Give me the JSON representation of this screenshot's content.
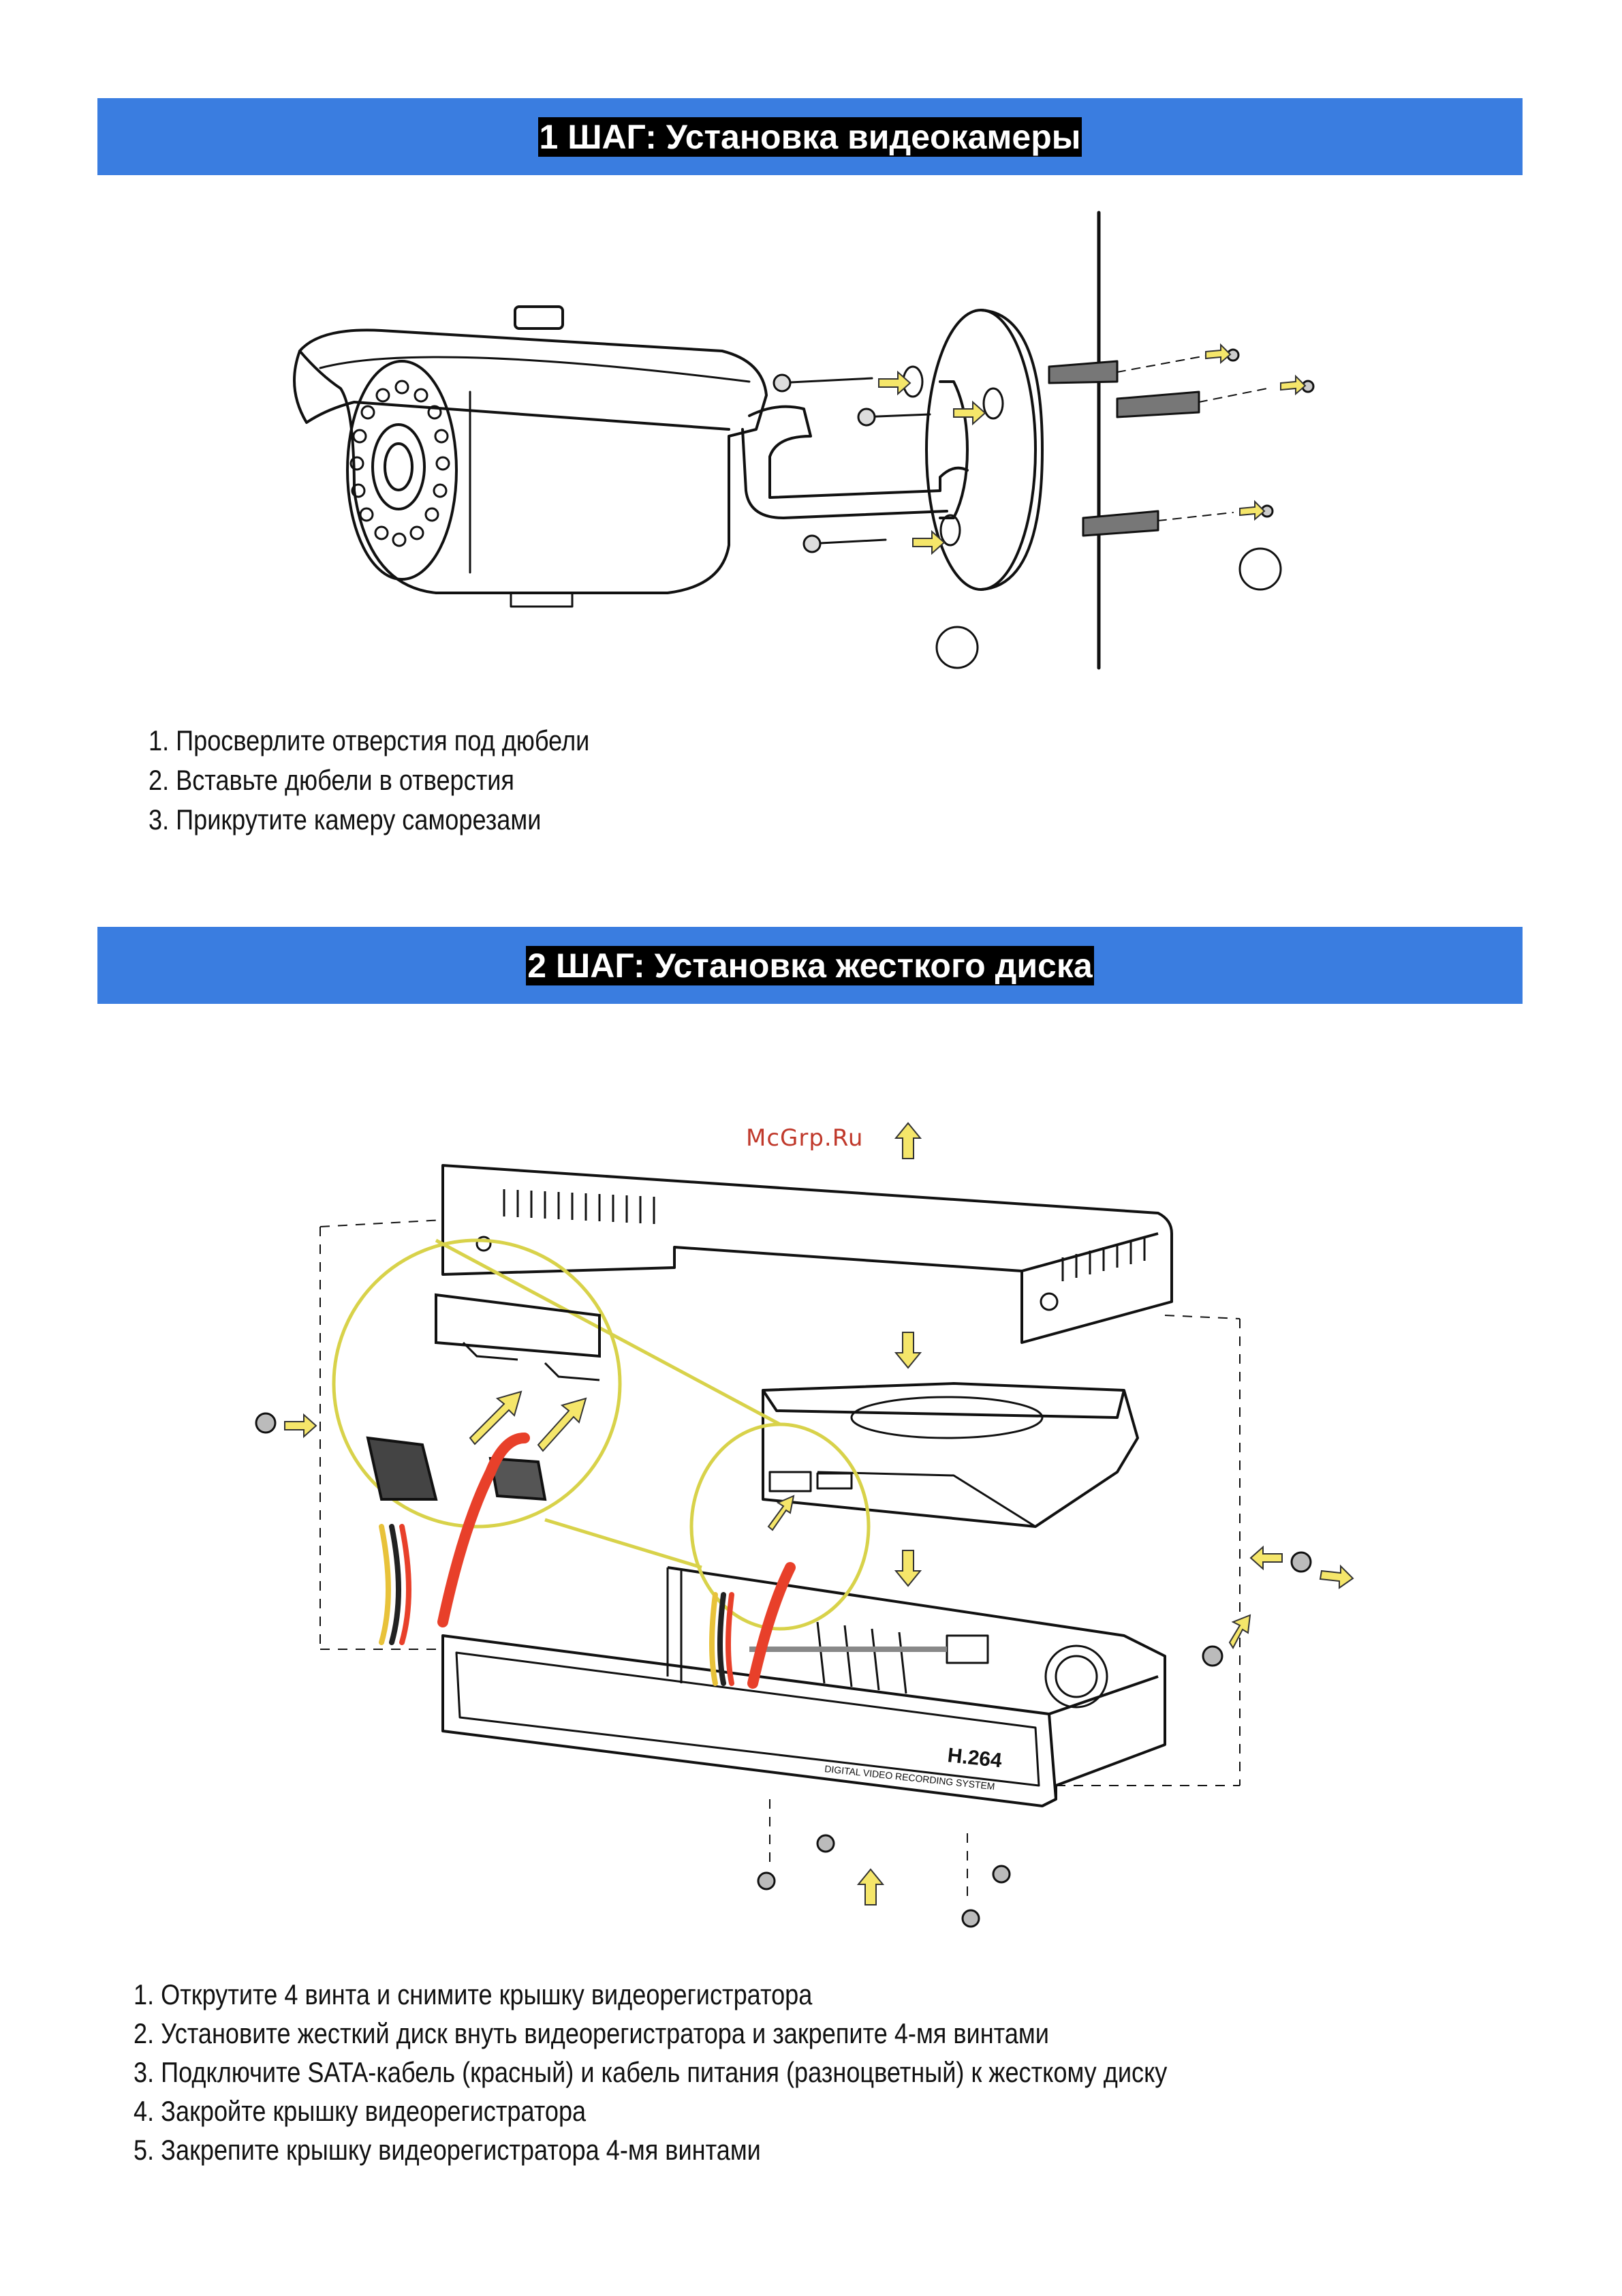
{
  "step1": {
    "title": "1 ШАГ: Установка видеокамеры",
    "items": [
      "1. Просверлите отверстия под дюбели",
      "2. Вставьте дюбели в отверстия",
      "3. Прикрутите камеру саморезами"
    ]
  },
  "step2": {
    "title": "2 ШАГ: Установка жесткого диска",
    "items": [
      "1. Открутите 4 винта и снимите крышку видеорегистратора",
      "2. Установите жесткий диск внуть видеорегистратора и закрепите 4-мя винтами",
      "3. Подключите SATA-кабель (красный) и кабель питания (разноцветный) к жесткому диску",
      "4. Закройте крышку видеорегистратора",
      "5. Закрепите крышку видеорегистратора 4-мя винтами"
    ]
  },
  "diagram": {
    "watermark": "McGrp.Ru",
    "dvr_logo": "H.264",
    "dvr_caption": "DIGITAL VIDEO RECORDING SYSTEM"
  },
  "colors": {
    "banner": "#3a7de0",
    "arrow": "#f5e66a",
    "zoom_ring": "#d8d24a",
    "sata_cable": "#e8402a"
  }
}
